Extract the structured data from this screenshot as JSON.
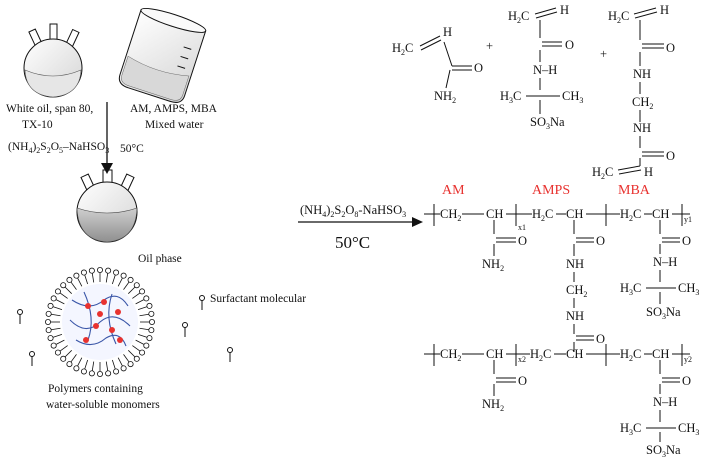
{
  "left_panel": {
    "flask_caption": [
      "White oil, span 80,",
      "TX-10"
    ],
    "initiator": "(NH4)2S2O5–NaHSO3",
    "beaker_caption": [
      "AM, AMPS, MBA",
      "Mixed water"
    ],
    "temperature": "50°C",
    "oil_phase": "Oil phase",
    "surfactant": "Surfactant molecular",
    "polymer_caption": [
      "Polymers containing",
      "water-soluble monomers"
    ]
  },
  "right_panel": {
    "initiator": "(NH4)2S2O8-NaHSO3",
    "temperature": "50°C",
    "plus": "+",
    "monomer_names": [
      "AM",
      "AMPS",
      "MBA"
    ],
    "groups": {
      "h2c": "H2C",
      "h": "H",
      "o": "O",
      "nh2": "NH2",
      "nh": "N–H",
      "nh_short": "NH",
      "ch2": "CH2",
      "ch": "CH",
      "ch2_bracket": "CH2",
      "h3c": "H3C",
      "ch3": "CH3",
      "so3na": "SO3Na",
      "x1": "x1",
      "x2": "x2",
      "y1": "y1",
      "y2": "y2"
    }
  },
  "colors": {
    "monomer_label": "#e8322f",
    "ink": "#111111",
    "polymer_chain": "#3a56a8",
    "monomer_dot": "#e8322f"
  }
}
